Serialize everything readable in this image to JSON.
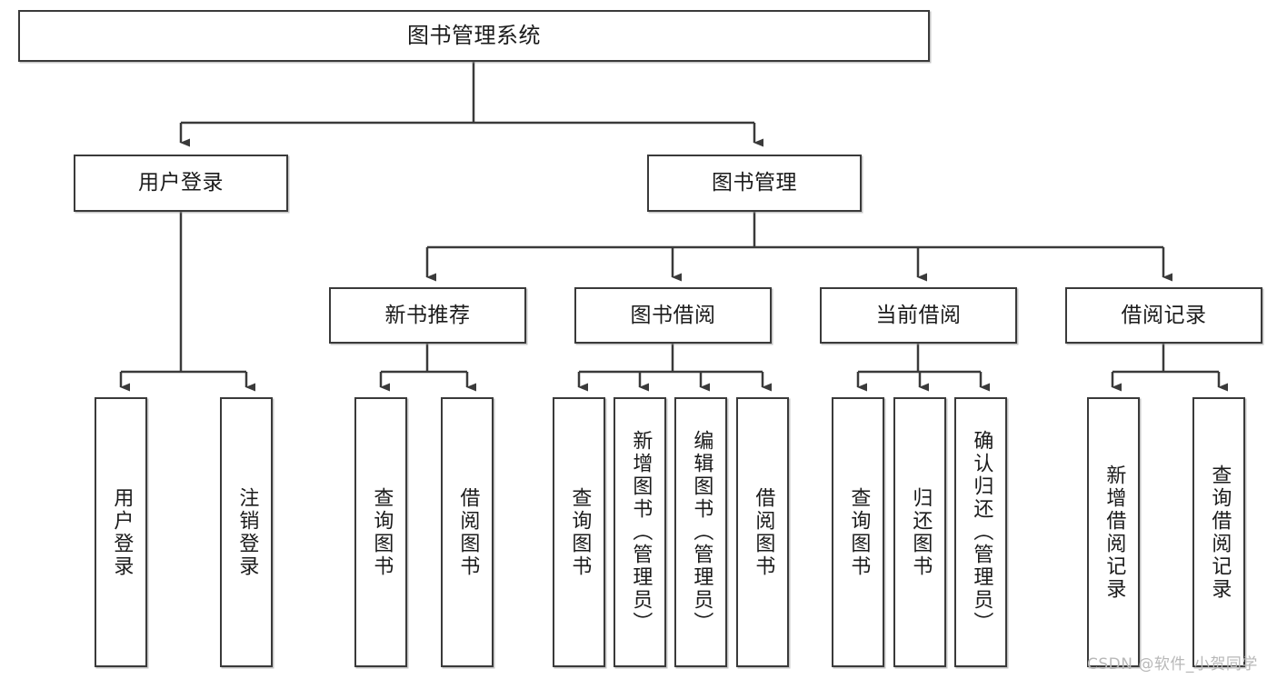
{
  "diagram": {
    "title": "图书管理系统",
    "watermark": "CSDN @软件_小贺同学",
    "line_color": "#3a3a3a",
    "box_fill": "#ffffff",
    "text_color": "#1b1b1b",
    "watermark_color": "#b8b8b8",
    "nodes": {
      "root": "图书管理系统",
      "level2": [
        "用户登录",
        "图书管理"
      ],
      "level3": [
        "新书推荐",
        "图书借阅",
        "当前借阅",
        "借阅记录"
      ],
      "leaves_user_login": [
        "用户登录",
        "注销登录"
      ],
      "leaves_new_book": [
        "查询图书",
        "借阅图书"
      ],
      "leaves_borrow": [
        "查询图书",
        "新增图书（管理员）",
        "编辑图书（管理员）",
        "借阅图书"
      ],
      "leaves_current": [
        "查询图书",
        "归还图书",
        "确认归还（管理员）"
      ],
      "leaves_record": [
        "新增借阅记录",
        "查询借阅记录"
      ]
    }
  }
}
